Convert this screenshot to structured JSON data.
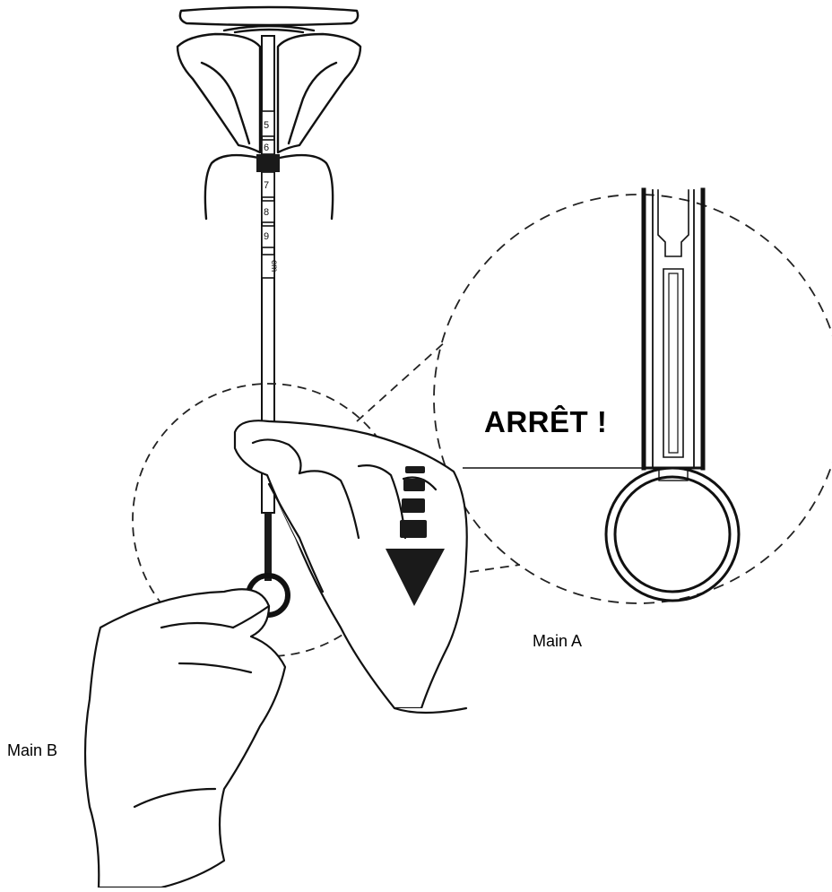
{
  "illustration": {
    "stop_label": "ARRÊT !",
    "hand_a_label": "Main A",
    "hand_b_label": "Main B",
    "scale_marks": [
      "5",
      "6",
      "7",
      "8",
      "9",
      "cm"
    ],
    "colors": {
      "ink": "#111111",
      "background": "#ffffff",
      "marker": "#1a1a1a"
    },
    "icons": [
      "uterus-outline",
      "inserter-rod",
      "depth-gauge-flange",
      "down-arrow",
      "gloved-hand-a",
      "gloved-hand-b",
      "magnifier-circle",
      "ring-handle"
    ]
  }
}
